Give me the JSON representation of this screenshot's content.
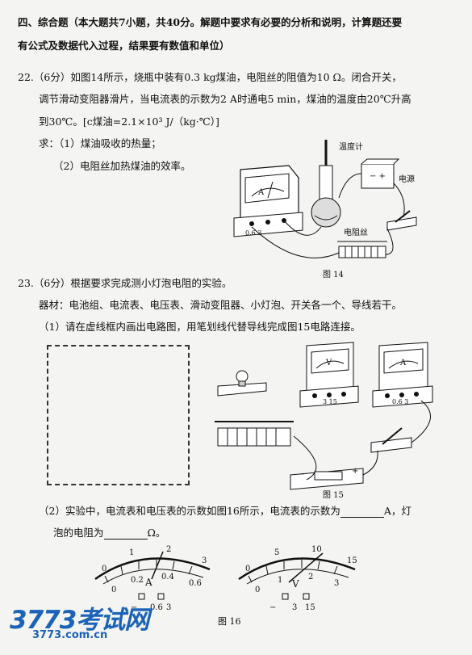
{
  "section": {
    "heading_line1": "四、综合题（本大题共7小题，共40分。解题中要求有必要的分析和说明，计算题还要",
    "heading_line2": "有公式及数据代入过程，结果要有数值和单位）"
  },
  "q22": {
    "line1": "22.（6分）如图14所示，烧瓶中装有0.3 kg煤油，电阻丝的阻值为10 Ω。闭合开关，",
    "line2": "调节滑动变阻器滑片，当电流表的示数为2 A时通电5 min，煤油的温度由20℃升高",
    "line3": "到30℃。[c煤油=2.1×10³ J/（kg·℃）]",
    "ask1": "求：（1）煤油吸收的热量；",
    "ask2": "（2）电阻丝加热煤油的效率。",
    "fig": {
      "thermometer": "温度计",
      "power": "电源",
      "wire": "电阻丝",
      "caption": "图 14",
      "meter_letter": "A",
      "terminals": "0.6  3"
    }
  },
  "q23": {
    "line1": "23.（6分）根据要求完成测小灯泡电阻的实验。",
    "equip": "器材：电池组、电流表、电压表、滑动变阻器、小灯泡、开关各一个、导线若干。",
    "part1": "（1）请在虚线框内画出电路图，用笔划线代替导线完成图15电路连接。",
    "fig15": {
      "caption": "图 15",
      "voltmeter_letter": "V",
      "ammeter_letter": "A",
      "v_terminals": "3  15",
      "a_terminals": "0.6  3"
    },
    "part2_a": "（2）实验中，电流表和电压表的示数如图16所示，电流表的示数为",
    "part2_unit_a": "A，灯",
    "part2_b": "泡的电阻为",
    "part2_unit_b": "Ω。",
    "fig16": {
      "caption": "图 16",
      "ammeter": {
        "letter": "A",
        "ticks_inner": [
          "0",
          "0.2",
          "0.4",
          "0.6"
        ],
        "ticks_outer": [
          "1",
          "2",
          "3"
        ],
        "terminals": [
          "0.6",
          "3"
        ]
      },
      "voltmeter": {
        "letter": "V",
        "ticks_inner": [
          "0",
          "1",
          "2",
          "3"
        ],
        "ticks_outer": [
          "5",
          "10",
          "15"
        ],
        "terminals": [
          "3",
          "15"
        ]
      }
    }
  },
  "watermark": {
    "brand": "3773考试网",
    "url": "3773.com.cn",
    "color": "#1a63b8"
  }
}
